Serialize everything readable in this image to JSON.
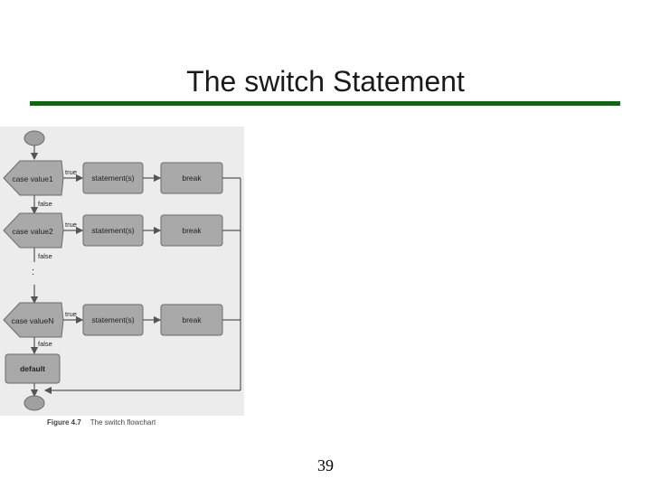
{
  "slide": {
    "title": "The switch Statement",
    "page_number": "39"
  },
  "flowchart": {
    "rows": [
      {
        "condition": "case value1",
        "true_label": "true",
        "false_label": "false",
        "statement": "statement(s)",
        "break_label": "break"
      },
      {
        "condition": "case value2",
        "true_label": "true",
        "false_label": "false",
        "statement": "statement(s)",
        "break_label": "break"
      },
      {
        "condition": "case valueN",
        "true_label": "true",
        "false_label": "false",
        "statement": "statement(s)",
        "break_label": "break"
      }
    ],
    "ellipsis": ":",
    "default_label": "default",
    "caption_figure": "Figure 4.7",
    "caption_text": "The switch flowchart",
    "colors": {
      "background": "#ececec",
      "box_fill": "#a9a9a9",
      "box_stroke": "#6a6a6a",
      "terminal_fill": "#a0a0a0",
      "arrow": "#555555",
      "title_rule": "#0a6b0a"
    }
  }
}
